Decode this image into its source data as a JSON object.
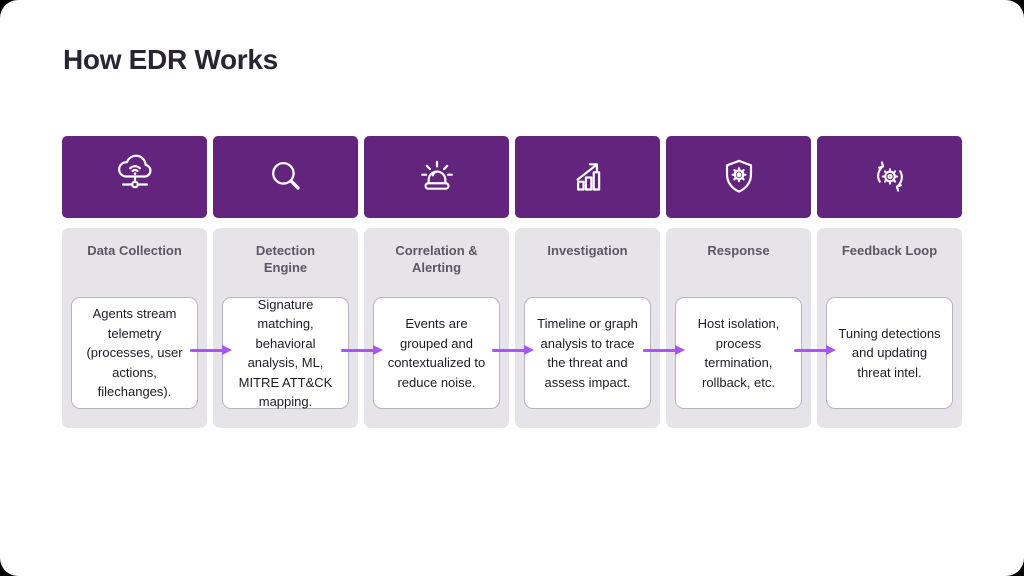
{
  "page": {
    "title": "How EDR Works"
  },
  "colors": {
    "header_box": "#63247E",
    "column_bg": "#E6E4E8",
    "arrow": "#A855F7",
    "title_text": "#2A2533",
    "step_title_text": "#5D5665",
    "card_border": "#BAB3C2",
    "card_text": "#1F1B26",
    "icon_stroke": "#FFFFFF"
  },
  "steps": [
    {
      "title": "Data Collection",
      "icon": "cloud-network-icon",
      "description": "Agents stream telemetry (processes, user actions, filechanges)."
    },
    {
      "title": "Detection Engine",
      "icon": "magnifier-icon",
      "description": "Signature matching, behavioral analysis, ML, MITRE ATT&CK mapping."
    },
    {
      "title": "Correlation & Alerting",
      "icon": "siren-icon",
      "description": "Events are grouped and contextualized to reduce noise."
    },
    {
      "title": "Investigation",
      "icon": "growth-chart-icon",
      "description": "Timeline or graph analysis to trace the threat and assess impact."
    },
    {
      "title": "Response",
      "icon": "shield-gear-icon",
      "description": "Host isolation, process termination, rollback, etc."
    },
    {
      "title": "Feedback Loop",
      "icon": "feedback-loop-icon",
      "description": "Tuning detections and updating threat intel."
    }
  ]
}
